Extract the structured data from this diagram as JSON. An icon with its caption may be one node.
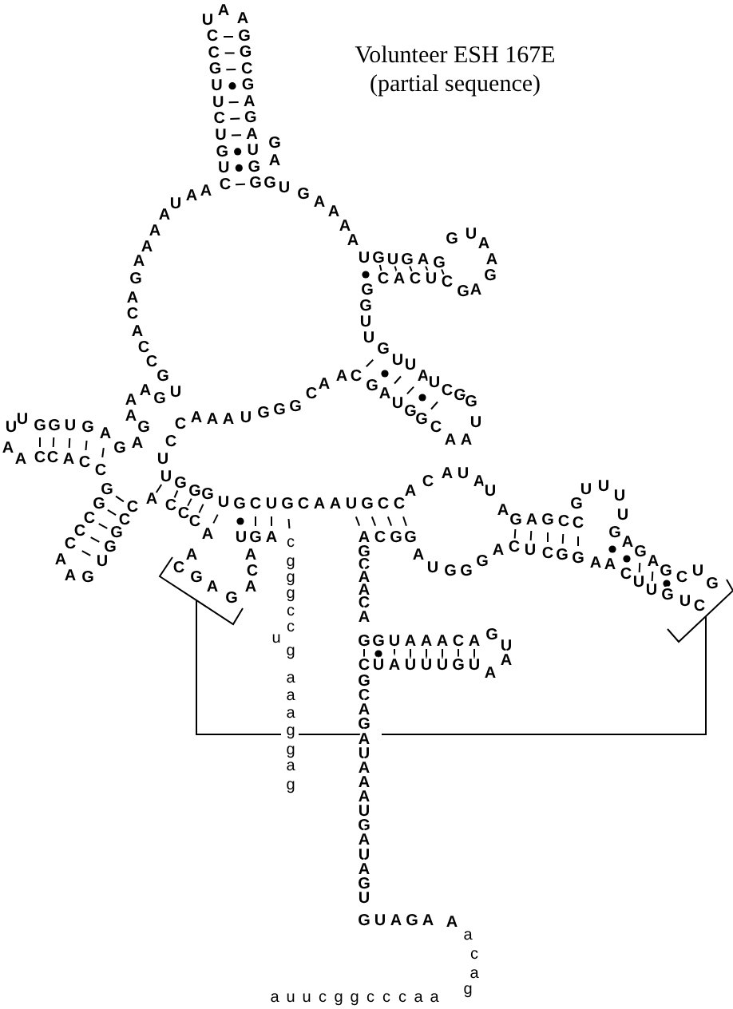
{
  "diagram": {
    "title": "Volunteer ESH 167E (partial sequence)",
    "nodes": [
      {
        "text": [],
        "shape": "bracket"
      },
      {
        "text": [],
        "shape": "bracket"
      }
    ],
    "edges": [
      {
        "from": 0,
        "to": 1,
        "arrow": "none"
      }
    ],
    "labels": [
      "UAA",
      "CCGUUCUGUC",
      "GGCGAGAUGG",
      "GA",
      "GUGAAAA",
      "AAUAAAAGACACCGU",
      "AAG",
      "CAAAUGGGCA",
      "UGUGAG",
      "GUAAGAG",
      "GCACUC",
      "GUU",
      "GUUAUCGG",
      "ACGAUGGC",
      "U",
      "AA",
      "UUGGUGAG",
      "AG",
      "A",
      "C",
      "U",
      "AACCACC",
      "GGCCC",
      "AAG",
      "UGGCC",
      "UGGGU",
      "ACCCA",
      "ACGAG",
      "GCUGCAAUGCC",
      "UGA",
      "ACA",
      "ACAUAU",
      "AGAGCC",
      "GUUUU",
      "GAGAGCU",
      "G",
      "ACGG",
      "AUGGGACUCGG",
      "AACUUGUC",
      "GCAACAG",
      "GUAAACAG",
      "U",
      "CUAUUUGUAA",
      "GCAGAUAAAUGAUAGU",
      "GUAGAA",
      "acag",
      "auucggcccaa",
      "cgggccgaaaggag",
      "u"
    ]
  }
}
